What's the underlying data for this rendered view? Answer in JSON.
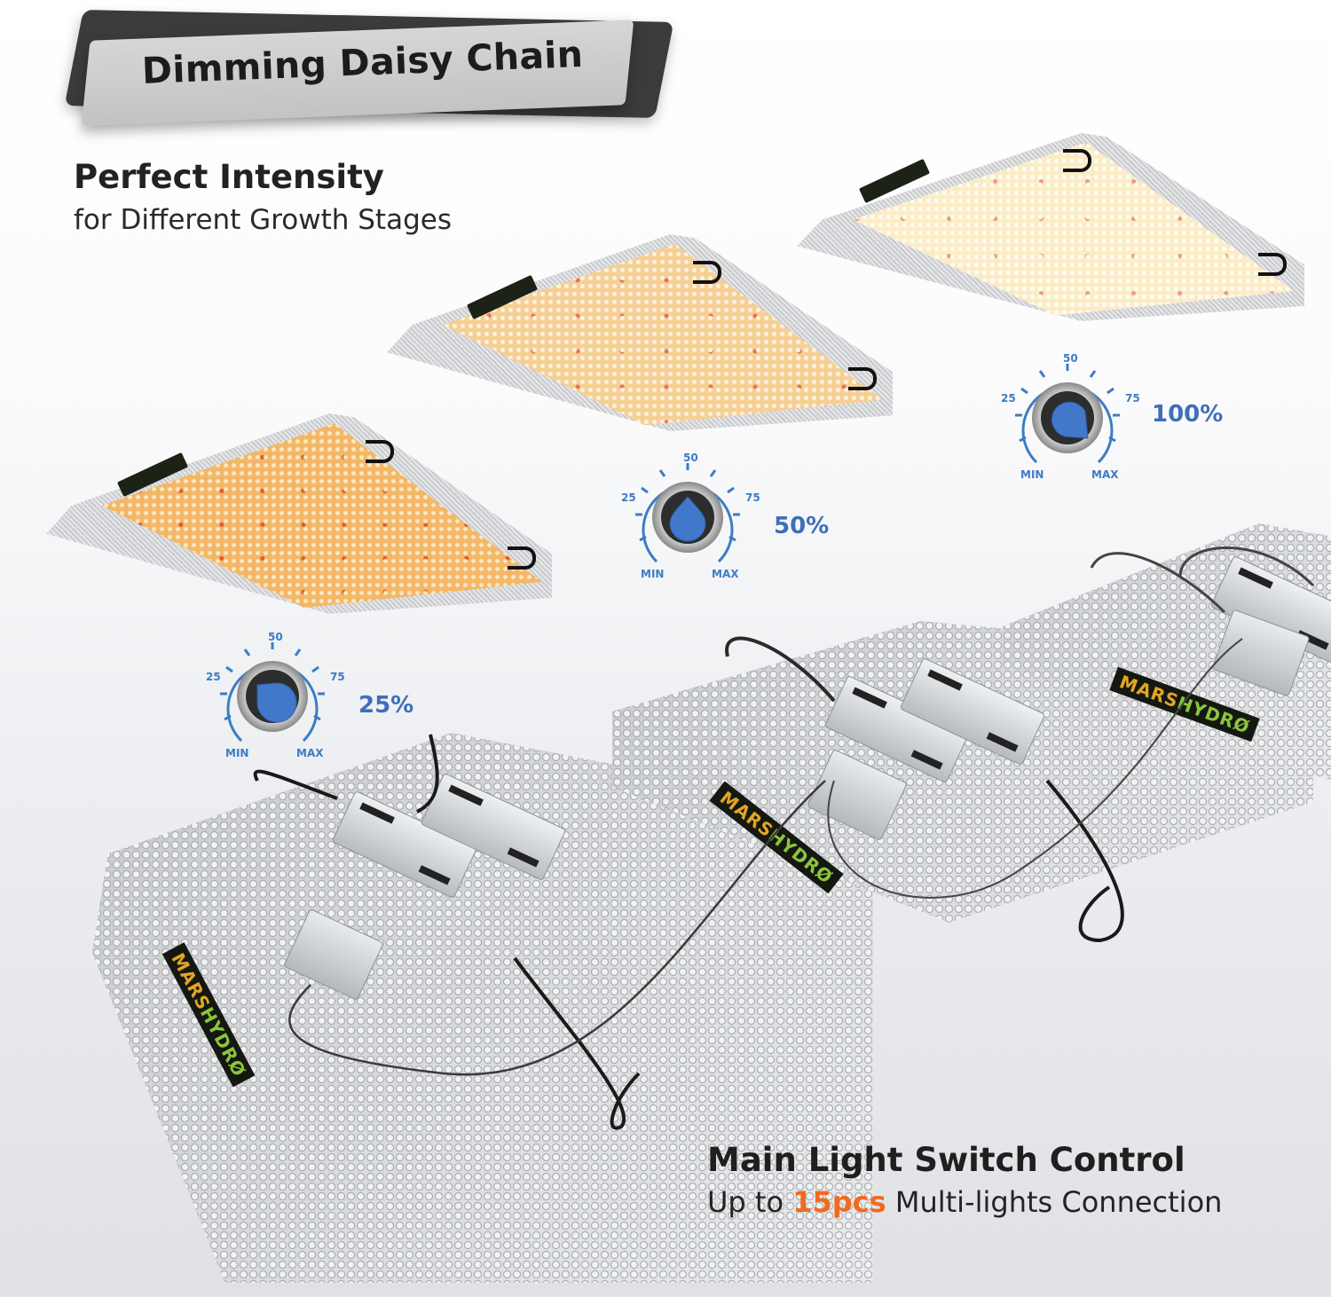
{
  "banner": {
    "title": "Dimming Daisy Chain",
    "back_color": "#3b3b3b",
    "front_color": "#cdcdcd"
  },
  "intro": {
    "headline": "Perfect Intensity",
    "subline": "for Different Growth Stages"
  },
  "dials": [
    {
      "id": "dial-25",
      "percent_label": "25%",
      "tick_labels": {
        "t25": "25",
        "t50": "50",
        "t75": "75",
        "min": "MIN",
        "max": "MAX"
      },
      "knob_angle_deg": -60
    },
    {
      "id": "dial-50",
      "percent_label": "50%",
      "tick_labels": {
        "t25": "25",
        "t50": "50",
        "t75": "75",
        "min": "MIN",
        "max": "MAX"
      },
      "knob_angle_deg": 0
    },
    {
      "id": "dial-100",
      "percent_label": "100%",
      "tick_labels": {
        "t25": "25",
        "t50": "50",
        "t75": "75",
        "min": "MIN",
        "max": "MAX"
      },
      "knob_angle_deg": 135
    }
  ],
  "panels": [
    {
      "id": "light-panel-dim",
      "intensity": "25%",
      "tint": "#f2b869"
    },
    {
      "id": "light-panel-mid",
      "intensity": "50%",
      "tint": "#f6cf95"
    },
    {
      "id": "light-panel-bright",
      "intensity": "100%",
      "tint": "#fbecc8"
    }
  ],
  "brand": {
    "part1": "MARS",
    "part2": "HYDRØ",
    "colors": {
      "mars": "#e2a524",
      "hydro": "#8cc43c",
      "badge_bg": "#141810"
    }
  },
  "footer": {
    "title": "Main Light Switch Control",
    "sub_prefix": "Up to ",
    "sub_highlight": "15pcs",
    "sub_suffix": " Multi-lights Connection",
    "highlight_color": "#f26a1e"
  },
  "colors": {
    "dial_blue": "#3c7cc4",
    "percent_blue": "#3e6fb8",
    "text_dark": "#222222"
  }
}
